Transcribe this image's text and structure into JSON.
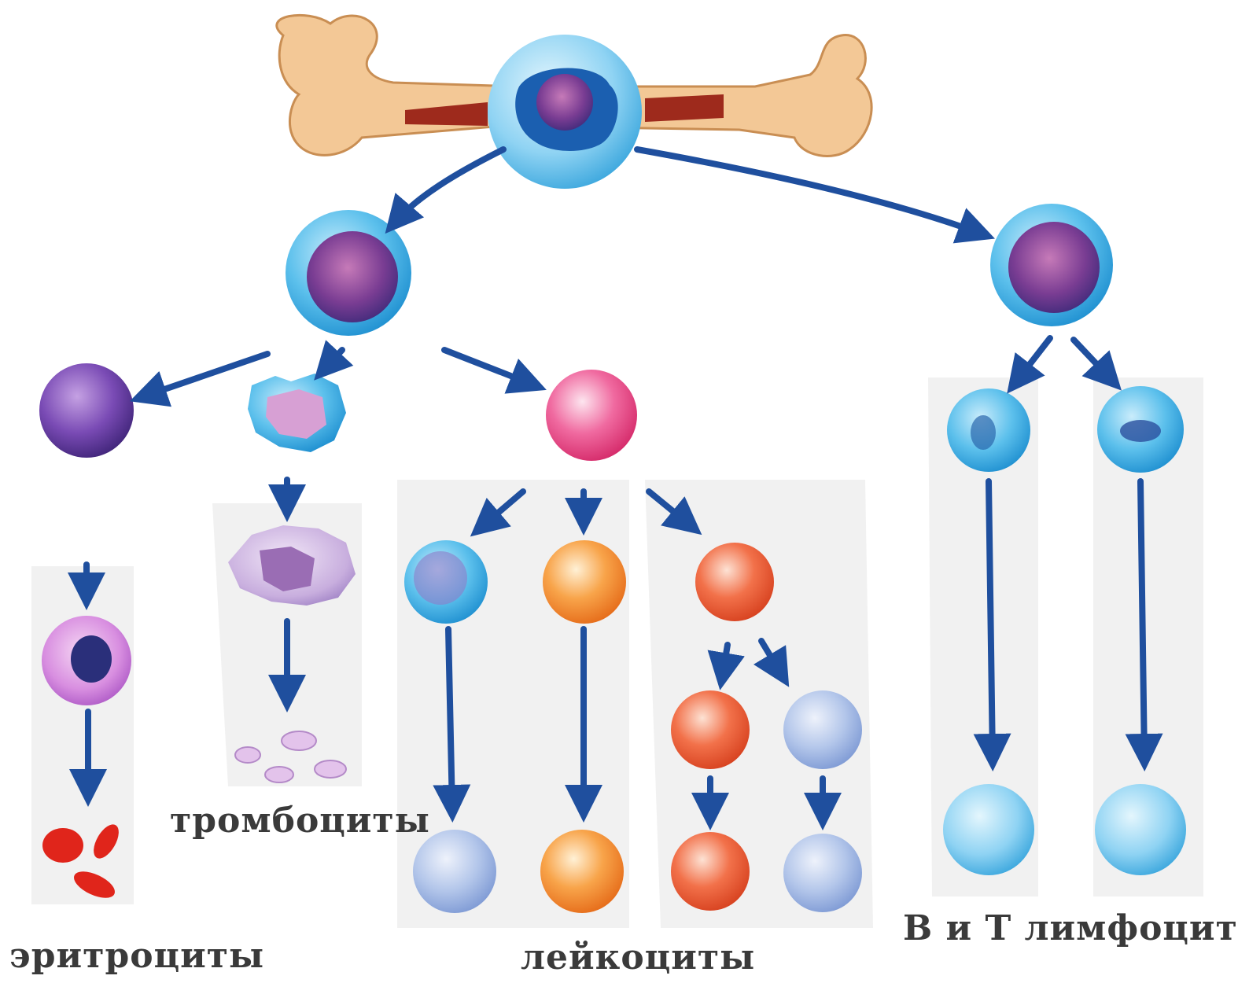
{
  "labels": {
    "platelets": "тромбоциты",
    "erythrocytes": "эритроциты",
    "leukocytes": "лейкоциты",
    "lymphocytes": "В и Т лимфоциты"
  },
  "colors": {
    "arrow": "#1f4f9e",
    "bone": "#f3c896",
    "marrow": "#9e2a1c",
    "stem_cell": "#4fb4e6",
    "rbc": "#e0251b",
    "text": "#3a3a3a"
  }
}
